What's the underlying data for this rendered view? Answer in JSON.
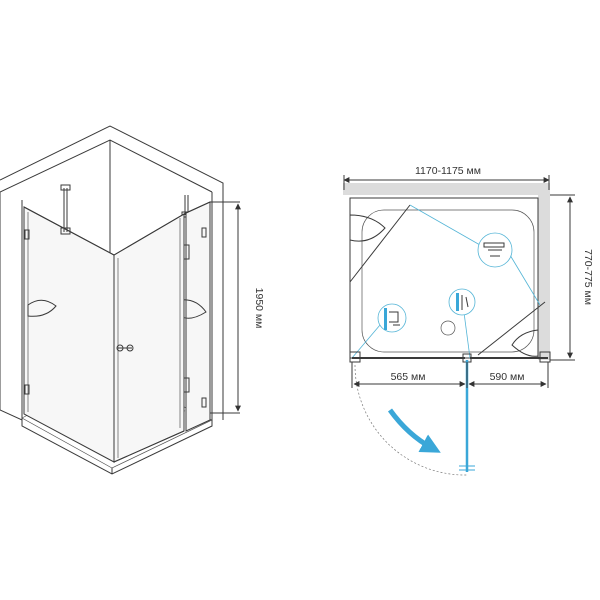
{
  "dimensions": {
    "height": "1950 мм",
    "width_total": "1170-1175 мм",
    "depth": "770-775 мм",
    "left_segment": "565 мм",
    "right_segment": "590 мм"
  },
  "colors": {
    "wall_gray": "#dcdcdc",
    "line": "#3a3a3a",
    "accent_blue": "#3aa7d8",
    "light_blue": "#53b4d6"
  },
  "icons": {
    "swing_arrow": "curved-arrow-icon",
    "hinge": "hinge-icon",
    "clamp": "glass-clamp-icon"
  }
}
